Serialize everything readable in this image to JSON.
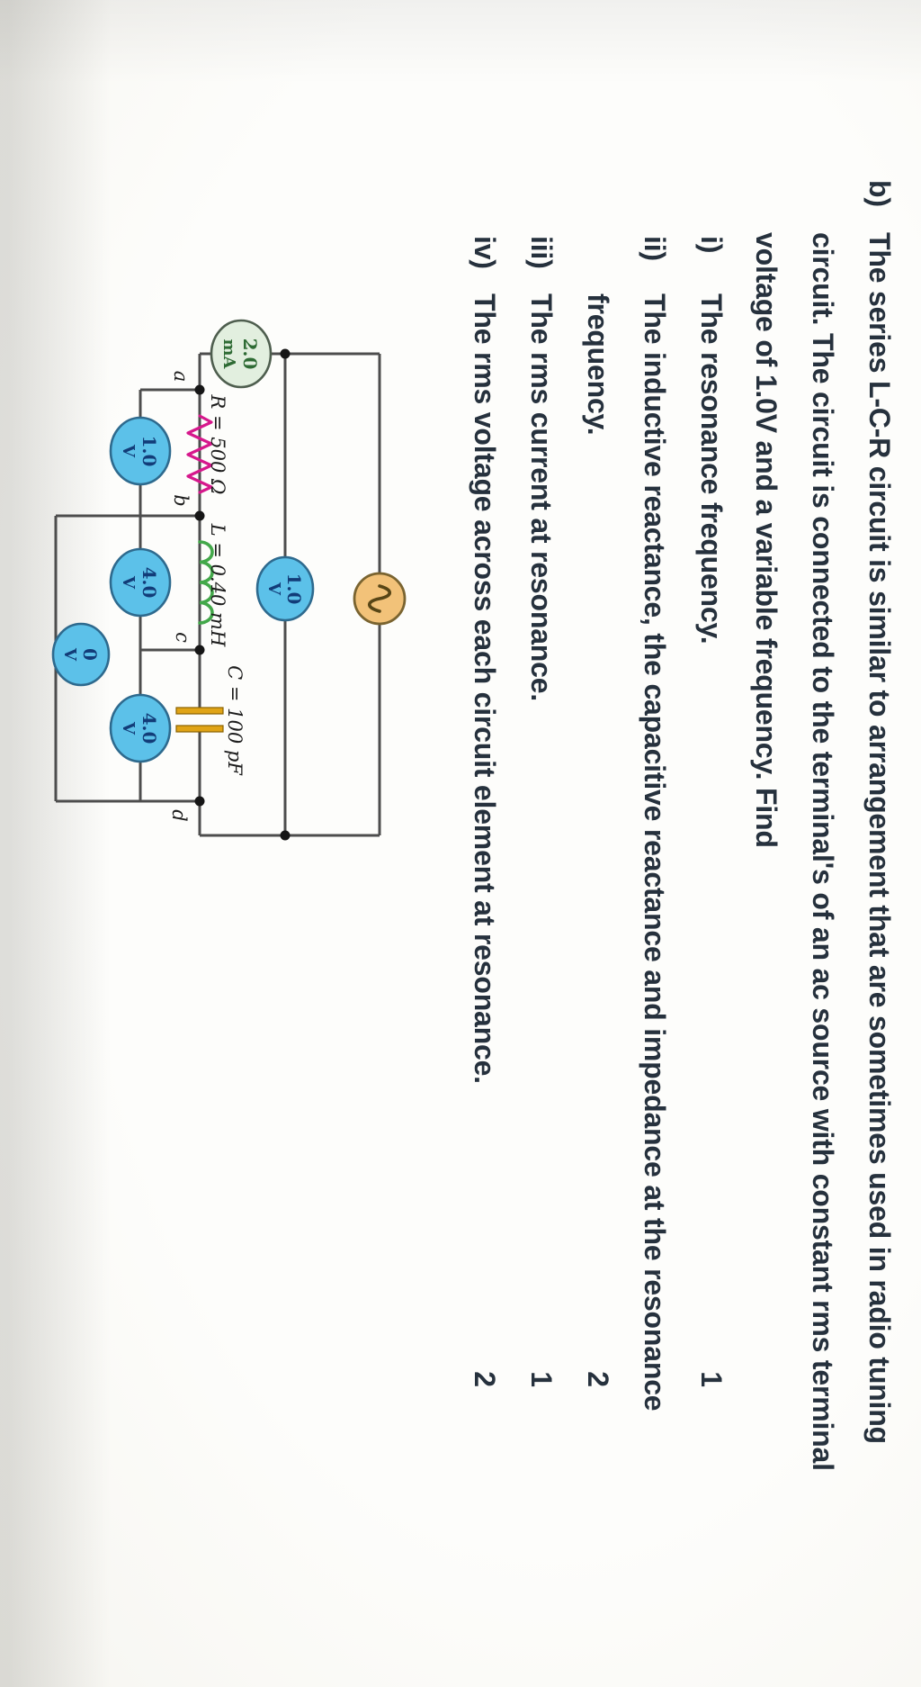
{
  "question": {
    "label": "b)",
    "para_lines": [
      "The series L-C-R circuit is similar to arrangement that are sometimes used in radio tuning",
      "circuit. The circuit is connected to the terminal's of an ac source with constant rms terminal",
      "voltage of 1.0V and a variable frequency. Find"
    ],
    "items": [
      {
        "label": "i)",
        "text": "The resonance frequency.",
        "mark": "1"
      },
      {
        "label": "ii)",
        "text": "The inductive reactance, the capacitive reactance and impedance at the resonance",
        "text2": "frequency.",
        "mark": "2"
      },
      {
        "label": "iii)",
        "text": "The rms current at resonance.",
        "mark": "1"
      },
      {
        "label": "iv)",
        "text": "The rms voltage across each circuit element at resonance.",
        "mark": "2"
      }
    ]
  },
  "circuit": {
    "component_labels": {
      "resistor": "R = 500 Ω",
      "inductor": "L = 0.40 mH",
      "capacitor": "C = 100 pF"
    },
    "node_labels": [
      "a",
      "b",
      "c",
      "d"
    ],
    "ammeter": {
      "value": "2.0",
      "unit": "mA"
    },
    "voltmeter_r": {
      "value": "1.0",
      "unit": "V"
    },
    "voltmeter_l": {
      "value": "4.0",
      "unit": "V"
    },
    "voltmeter_c": {
      "value": "4.0",
      "unit": "V"
    },
    "voltmeter_bd": {
      "value": "0",
      "unit": "V"
    },
    "voltmeter_source": {
      "value": "1.0",
      "unit": "V"
    },
    "source_symbol": "~"
  },
  "colors": {
    "ink": "#26313d",
    "wire": "#4d4d4d",
    "resistor": "#d6188c",
    "inductor": "#43a84a",
    "capacitor_plate": "#e0a416",
    "capacitor_edge": "#8a6200",
    "meter_fill": "#5cc1e9",
    "meter_stroke": "#2e6a8e",
    "meter_text": "#123c78",
    "ammeter_fill": "#e2efdf",
    "ammeter_stroke": "#4e5e4e",
    "ammeter_text": "#2e6b34",
    "source_fill": "#f2c279",
    "source_stroke": "#7a6430",
    "source_symbol_color": "#584616"
  }
}
